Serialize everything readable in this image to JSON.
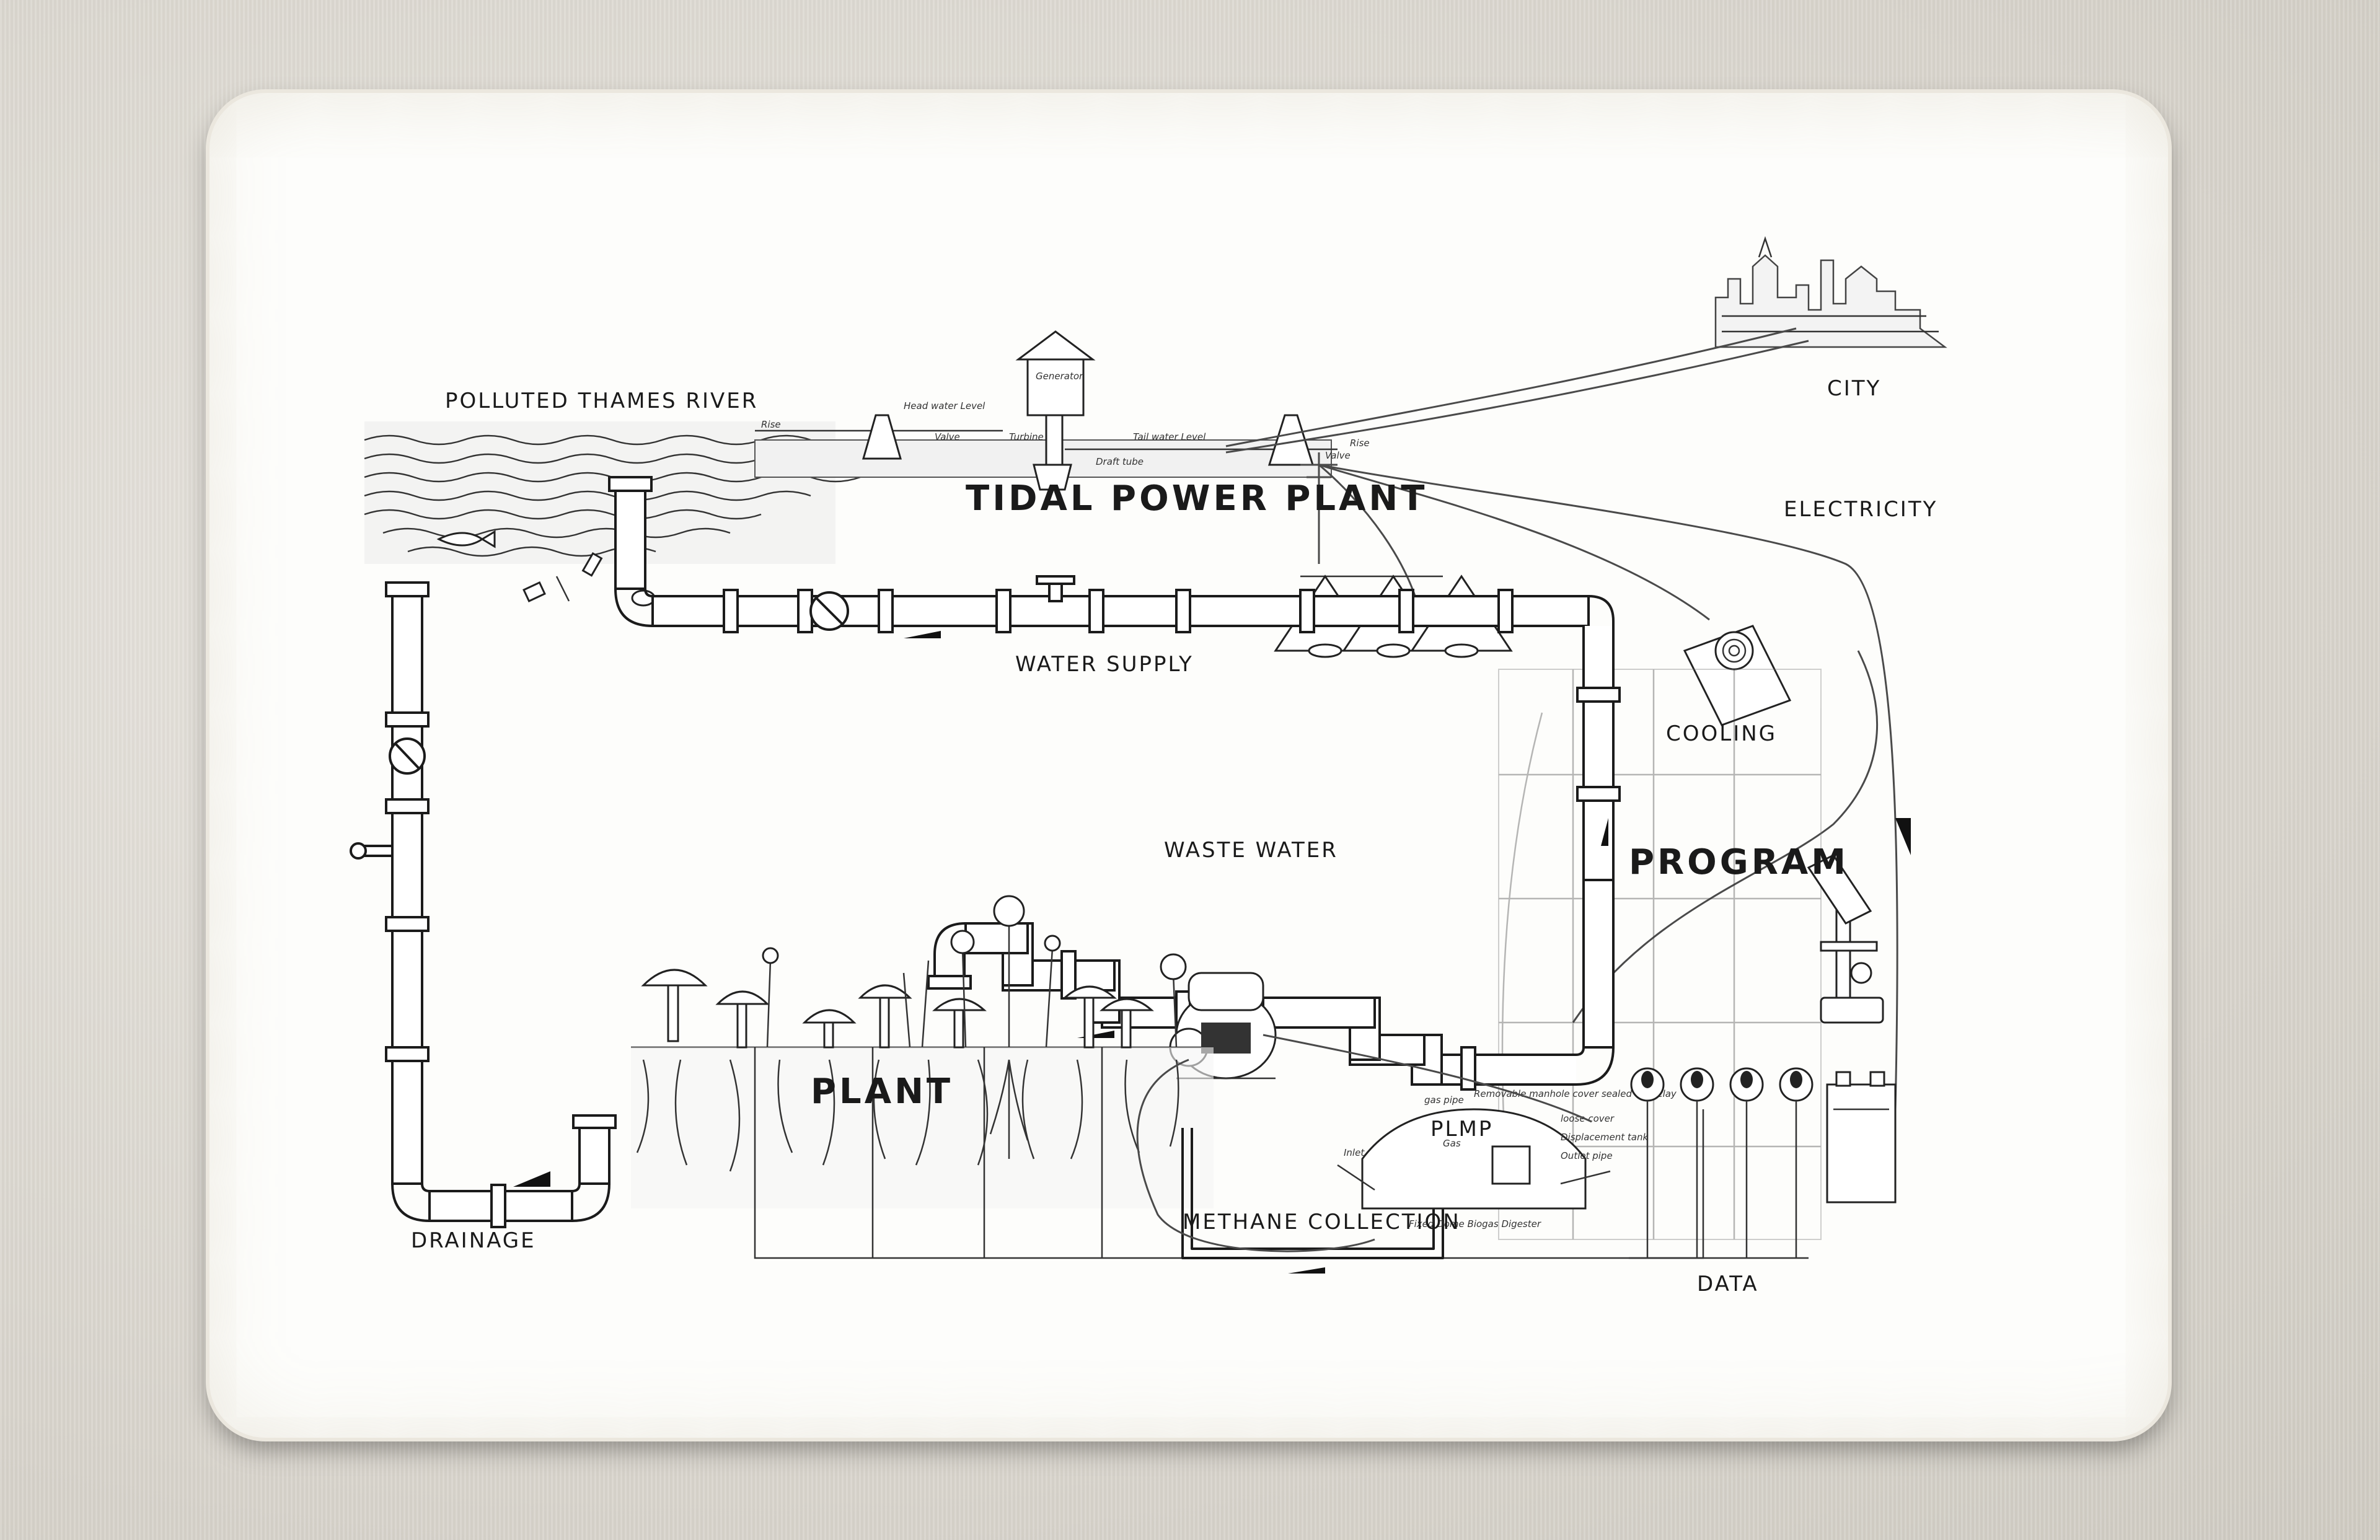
{
  "labels": {
    "polluted_river": "POLLUTED THAMES RIVER",
    "tidal_power_plant": "TIDAL POWER PLANT",
    "city": "CITY",
    "electricity": "ELECTRICITY",
    "water_supply": "WATER SUPPLY",
    "cooling": "COOLING",
    "program": "PROGRAM",
    "waste_water": "WASTE WATER",
    "pump": "PLMP",
    "plant": "PLANT",
    "drainage": "DRAINAGE",
    "methane_collection": "METHANE COLLECTION",
    "data": "DATA"
  },
  "plant_annotations": {
    "generator": "Generator",
    "head_water_level": "Head water Level",
    "tail_water_level": "Tail water Level",
    "turbine": "Turbine",
    "draft_tube": "Draft tube",
    "valve_left": "Valve",
    "valve_right": "Valve",
    "rise_left": "Rise",
    "rise_right": "Rise"
  },
  "digester_annotations": {
    "gas_pipe": "gas pipe",
    "cover": "Removable manhole cover sealed with clay",
    "inlet": "Inlet",
    "gas": "Gas",
    "loose_cover": "loose cover",
    "displacement_tank": "Displacement tank",
    "outlet_pipe": "Outlet pipe",
    "caption": "Fixed Dome Biogas Digester"
  },
  "colors": {
    "background": "#dedbd4",
    "card": "#fdfdfb",
    "ink": "#1b1b1b"
  }
}
